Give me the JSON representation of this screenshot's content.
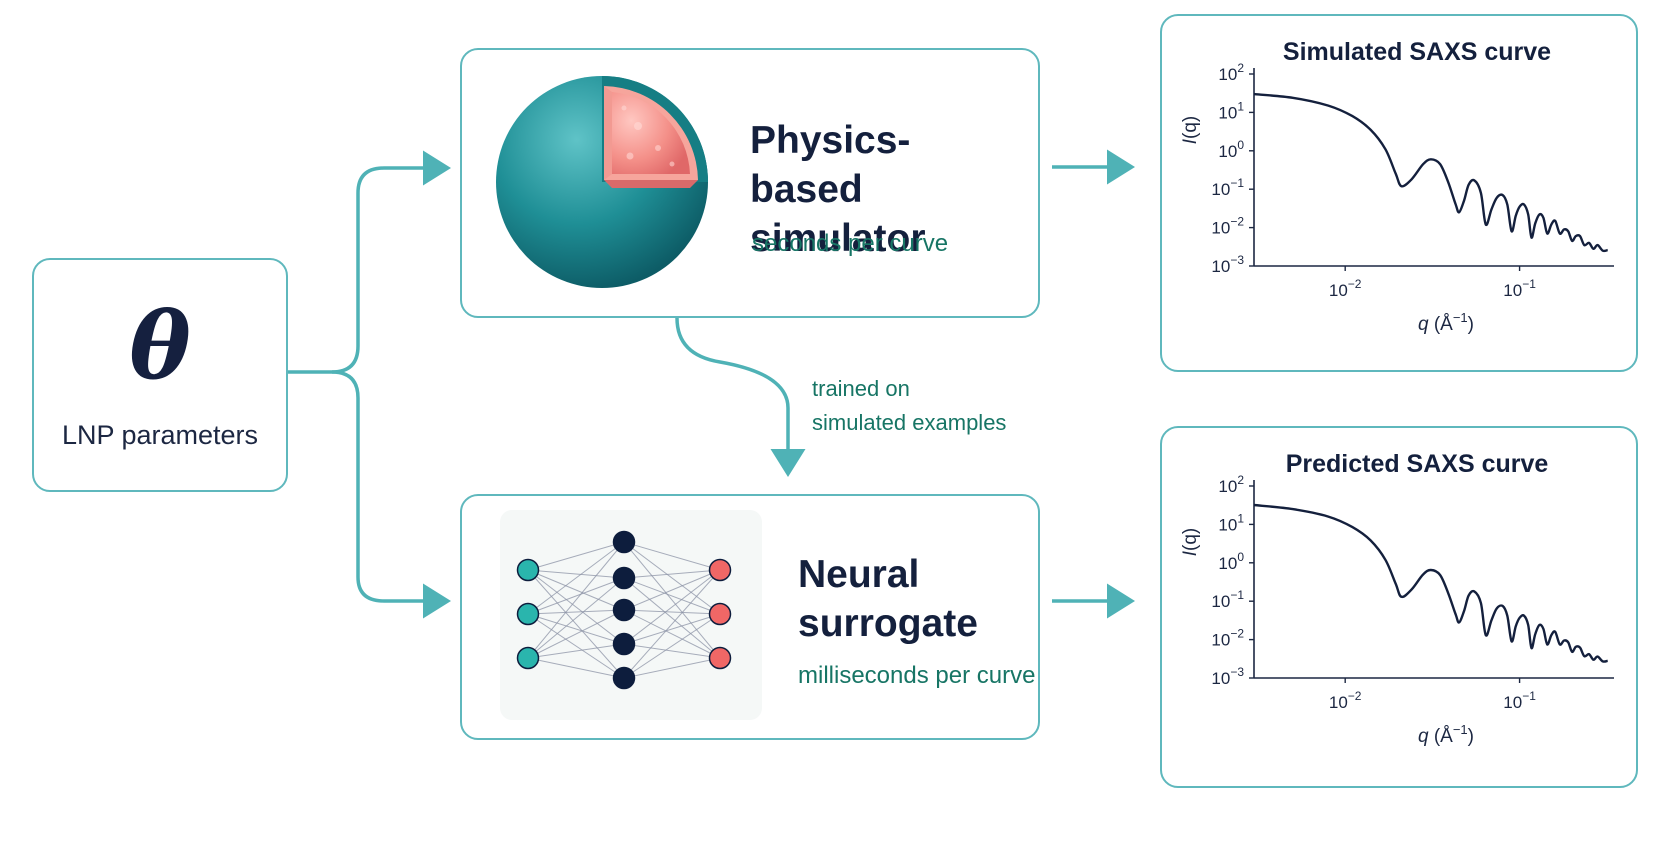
{
  "lnp": {
    "symbol": "θ",
    "label": "LNP parameters"
  },
  "simulator": {
    "title": "Physics-based simulator",
    "subtitle": "seconds per curve"
  },
  "surrogate": {
    "title": "Neural surrogate",
    "subtitle": "milliseconds per curve"
  },
  "training": {
    "line1": "trained on",
    "line2": "simulated examples"
  },
  "colors": {
    "accent": "#5fb8bd",
    "arrow": "#4fb2b6",
    "text_dark": "#14203d",
    "text_green": "#177565",
    "node_teal": "#2ab5ad",
    "node_navy": "#0d1d3d",
    "node_red": "#f06766",
    "sphere": "#1e8f95",
    "core": "#ef8080"
  },
  "icons": {
    "sphere": "sphere-cutaway-icon",
    "network": "neural-network-icon"
  },
  "chart_data": [
    {
      "type": "line",
      "title": "Simulated SAXS curve",
      "xlabel_var": "q",
      "xlabel_unit": " (Å",
      "xlabel_exp": "−1",
      "xlabel_close": ")",
      "ylabel_var": "I",
      "ylabel_rest": "(q)",
      "xscale": "log",
      "yscale": "log",
      "xlim": [
        0.003,
        0.33
      ],
      "ylim": [
        0.001,
        100
      ],
      "x_ticks": [
        {
          "base": "10",
          "exp": "−2",
          "value": 0.01
        },
        {
          "base": "10",
          "exp": "−1",
          "value": 0.1
        }
      ],
      "y_ticks": [
        {
          "base": "10",
          "exp": "2",
          "value": 100
        },
        {
          "base": "10",
          "exp": "1",
          "value": 10
        },
        {
          "base": "10",
          "exp": "0",
          "value": 1
        },
        {
          "base": "10",
          "exp": "−1",
          "value": 0.1
        },
        {
          "base": "10",
          "exp": "−2",
          "value": 0.01
        },
        {
          "base": "10",
          "exp": "−3",
          "value": 0.001
        }
      ],
      "grid": false,
      "series": [
        {
          "x": [
            0.003,
            0.005,
            0.008,
            0.011,
            0.014,
            0.017,
            0.0195,
            0.021,
            0.024,
            0.028,
            0.031,
            0.035,
            0.039,
            0.043,
            0.045,
            0.048,
            0.051,
            0.055,
            0.06,
            0.064,
            0.069,
            0.074,
            0.08,
            0.085,
            0.09,
            0.095,
            0.1,
            0.106,
            0.112,
            0.117,
            0.123,
            0.13,
            0.137,
            0.144,
            0.152,
            0.16,
            0.17,
            0.18,
            0.19,
            0.2,
            0.21,
            0.222,
            0.235,
            0.25,
            0.265,
            0.28,
            0.3,
            0.32
          ],
          "y": [
            30,
            24,
            15,
            8,
            3.5,
            1.1,
            0.25,
            0.12,
            0.18,
            0.45,
            0.6,
            0.45,
            0.15,
            0.04,
            0.025,
            0.05,
            0.13,
            0.17,
            0.08,
            0.012,
            0.03,
            0.06,
            0.07,
            0.04,
            0.008,
            0.02,
            0.035,
            0.04,
            0.022,
            0.0055,
            0.013,
            0.022,
            0.018,
            0.007,
            0.012,
            0.015,
            0.007,
            0.009,
            0.008,
            0.0045,
            0.006,
            0.006,
            0.0035,
            0.004,
            0.0028,
            0.0035,
            0.0025,
            0.0026
          ]
        }
      ]
    },
    {
      "type": "line",
      "title": "Predicted SAXS curve",
      "xlabel_var": "q",
      "xlabel_unit": " (Å",
      "xlabel_exp": "−1",
      "xlabel_close": ")",
      "ylabel_var": "I",
      "ylabel_rest": "(q)",
      "xscale": "log",
      "yscale": "log",
      "xlim": [
        0.003,
        0.33
      ],
      "ylim": [
        0.001,
        100
      ],
      "x_ticks": [
        {
          "base": "10",
          "exp": "−2",
          "value": 0.01
        },
        {
          "base": "10",
          "exp": "−1",
          "value": 0.1
        }
      ],
      "y_ticks": [
        {
          "base": "10",
          "exp": "2",
          "value": 100
        },
        {
          "base": "10",
          "exp": "1",
          "value": 10
        },
        {
          "base": "10",
          "exp": "0",
          "value": 1
        },
        {
          "base": "10",
          "exp": "−1",
          "value": 0.1
        },
        {
          "base": "10",
          "exp": "−2",
          "value": 0.01
        },
        {
          "base": "10",
          "exp": "−3",
          "value": 0.001
        }
      ],
      "grid": false,
      "series": [
        {
          "x": [
            0.003,
            0.005,
            0.008,
            0.011,
            0.014,
            0.017,
            0.0195,
            0.021,
            0.024,
            0.028,
            0.031,
            0.035,
            0.039,
            0.043,
            0.045,
            0.048,
            0.051,
            0.055,
            0.06,
            0.064,
            0.069,
            0.074,
            0.08,
            0.085,
            0.09,
            0.095,
            0.1,
            0.106,
            0.112,
            0.117,
            0.123,
            0.13,
            0.137,
            0.144,
            0.152,
            0.16,
            0.17,
            0.18,
            0.19,
            0.2,
            0.21,
            0.222,
            0.235,
            0.25,
            0.265,
            0.28,
            0.3,
            0.32
          ],
          "y": [
            32,
            25,
            16,
            8.5,
            3.8,
            1.2,
            0.28,
            0.13,
            0.2,
            0.5,
            0.65,
            0.48,
            0.16,
            0.045,
            0.028,
            0.055,
            0.14,
            0.18,
            0.09,
            0.013,
            0.032,
            0.065,
            0.075,
            0.042,
            0.009,
            0.022,
            0.037,
            0.042,
            0.024,
            0.006,
            0.014,
            0.024,
            0.019,
            0.0075,
            0.013,
            0.016,
            0.0075,
            0.0095,
            0.0085,
            0.0048,
            0.0065,
            0.0062,
            0.0037,
            0.0042,
            0.003,
            0.0036,
            0.0027,
            0.0028
          ]
        }
      ]
    }
  ]
}
